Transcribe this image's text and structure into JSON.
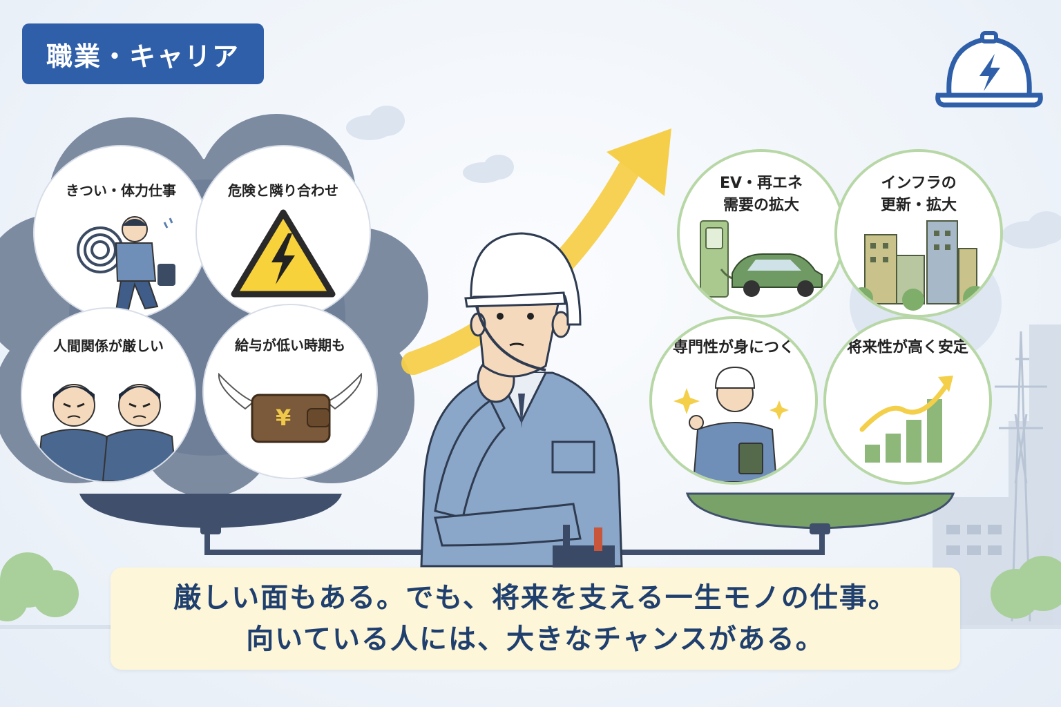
{
  "header": {
    "tag": "職業・キャリア"
  },
  "negatives": [
    {
      "label": "きつい・体力仕事",
      "icon": "worker-carrying-cable-icon"
    },
    {
      "label": "危険と隣り合わせ",
      "icon": "high-voltage-warning-icon"
    },
    {
      "label": "人間関係が厳しい",
      "icon": "stern-coworkers-icon"
    },
    {
      "label": "給与が低い時期も",
      "icon": "flying-wallet-icon"
    }
  ],
  "positives": [
    {
      "label": "EV・再エネ\n需要の拡大",
      "icon": "ev-charging-car-icon"
    },
    {
      "label": "インフラの\n更新・拡大",
      "icon": "city-buildings-icon"
    },
    {
      "label": "専門性が身につく",
      "icon": "skilled-worker-icon"
    },
    {
      "label": "将来性が高く安定",
      "icon": "rising-bar-chart-icon"
    }
  ],
  "wallet_symbol": "¥",
  "caption": {
    "line1": "厳しい面もある。でも、将来を支える一生モノの仕事。",
    "line2": "向いている人には、大きなチャンスがある。"
  },
  "colors": {
    "tag_bg": "#2f5fa9",
    "storm_cloud": "#6f7f98",
    "positive_border": "#b8d7a6",
    "arrow": "#f6cf4a",
    "caption_bg": "#fdf6d8",
    "caption_text": "#1f3f6e"
  }
}
